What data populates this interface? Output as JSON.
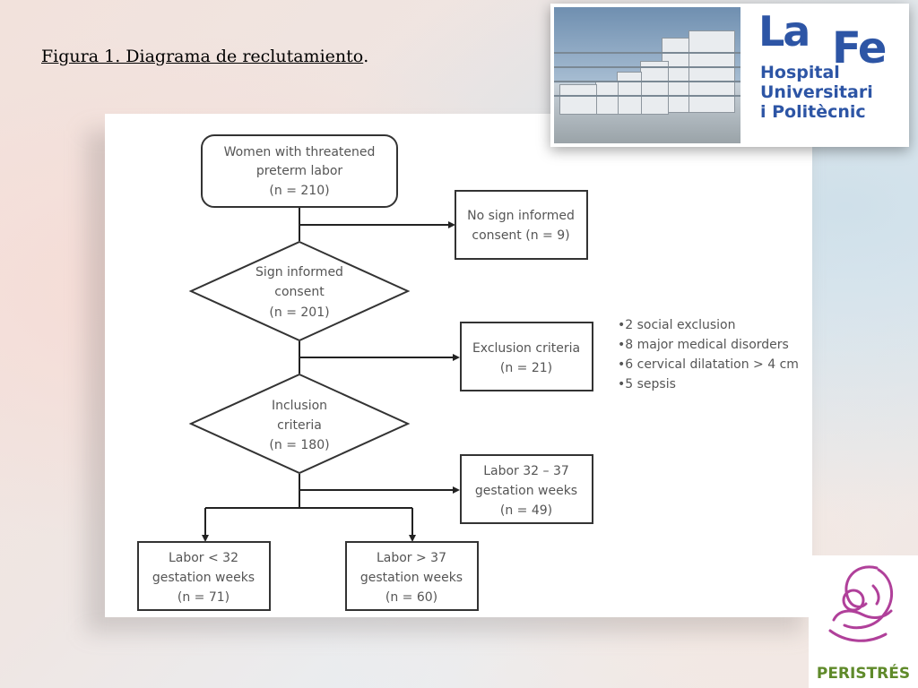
{
  "slide": {
    "title": "Figura 1.  Diagrama de reclutamiento",
    "title_suffix": "."
  },
  "diagram": {
    "start": [
      "Women with threatened",
      "preterm labor",
      "(n = 210)"
    ],
    "no_consent": [
      "No sign informed",
      "consent (n = 9)"
    ],
    "consent": [
      "Sign informed",
      "consent",
      "(n = 201)"
    ],
    "exclusion": [
      "Exclusion criteria",
      "(n = 21)"
    ],
    "exclusion_reasons": [
      "•2 social exclusion",
      "•8 major medical disorders",
      "•6 cervical dilatation > 4 cm",
      "•5 sepsis"
    ],
    "inclusion": [
      "Inclusion",
      "criteria",
      "(n = 180)"
    ],
    "labor_32_37": [
      "Labor 32 – 37",
      "gestation weeks",
      "(n = 49)"
    ],
    "labor_lt_32": [
      "Labor < 32",
      "gestation weeks",
      "(n = 71)"
    ],
    "labor_gt_37": [
      "Labor > 37",
      "gestation weeks",
      "(n = 60)"
    ]
  },
  "logos": {
    "hospital": {
      "la": "La",
      "fe": "Fe",
      "lines": [
        "Hospital",
        "Universitari",
        "i Politècnic"
      ],
      "color": "#2d55a5"
    },
    "peristres": {
      "label": "PERISTRÉS",
      "label_color": "#5f8a2a",
      "icon": "mother-and-baby-icon",
      "icon_color": "#b0409a"
    }
  }
}
